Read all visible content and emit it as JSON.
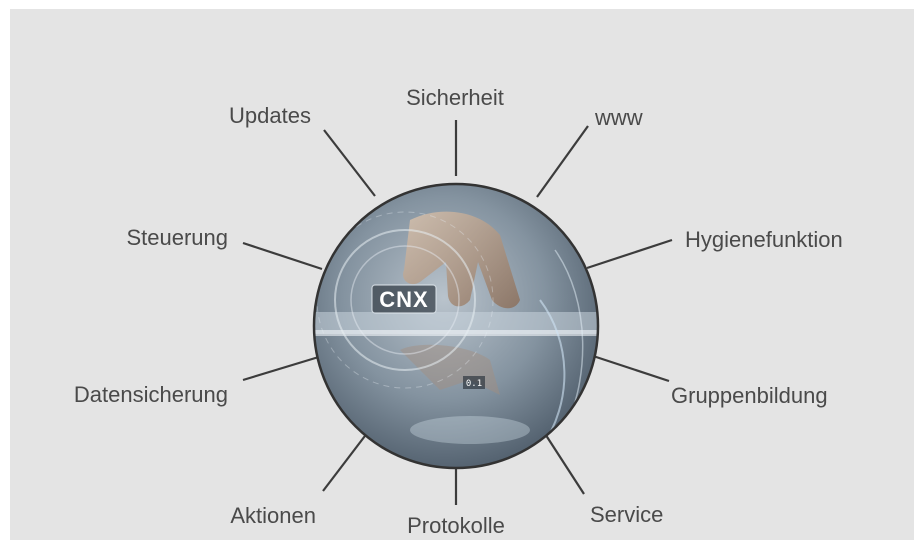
{
  "diagram": {
    "center": {
      "label": "CNX",
      "small_readout": "0.1",
      "image": "hand-touching-digital-interface-water-glass"
    },
    "spokes": [
      {
        "label": "Sicherheit"
      },
      {
        "label": "www"
      },
      {
        "label": "Hygienefunktion"
      },
      {
        "label": "Gruppenbildung"
      },
      {
        "label": "Service"
      },
      {
        "label": "Protokolle"
      },
      {
        "label": "Aktionen"
      },
      {
        "label": "Datensicherung"
      },
      {
        "label": "Steuerung"
      },
      {
        "label": "Updates"
      }
    ],
    "colors": {
      "background": "#e4e4e4",
      "line": "#3c3c3c",
      "text": "#4a4a4a",
      "circle_border": "#333333"
    }
  }
}
